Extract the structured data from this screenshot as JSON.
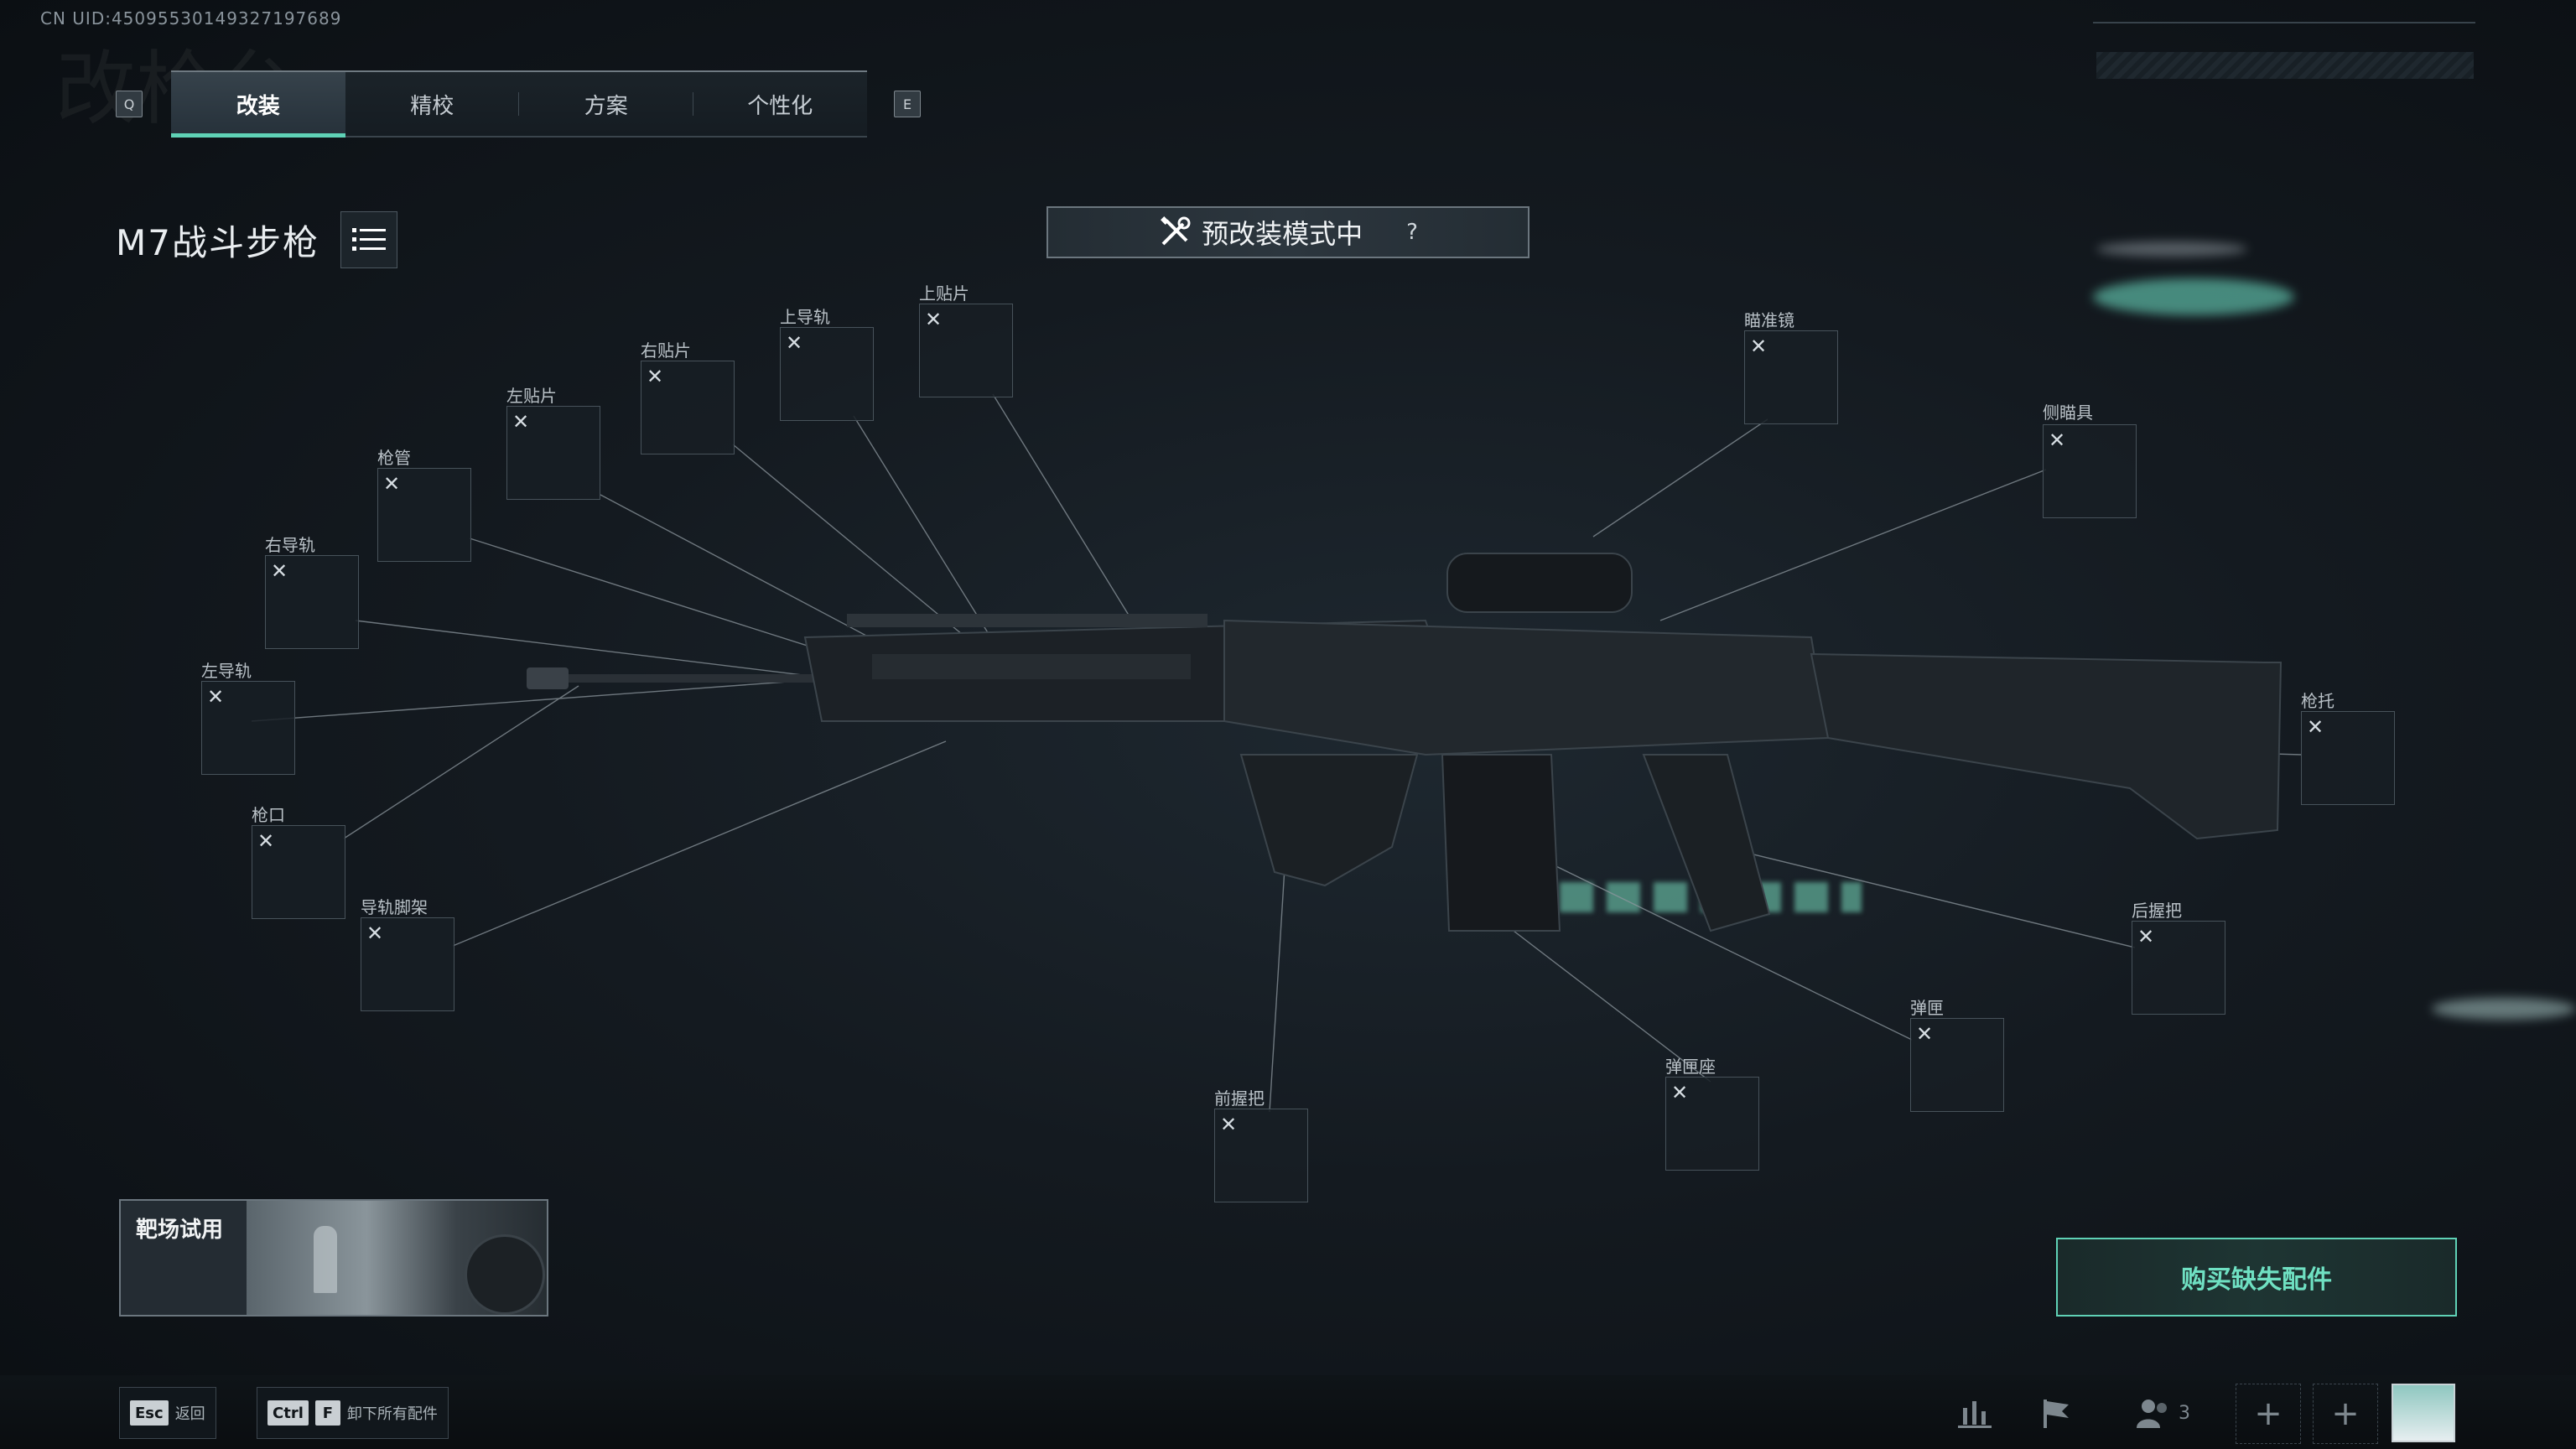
{
  "uid": "CN UID:4509553014932719​7689",
  "watermark": "改枪台",
  "tabs": {
    "left_key": "Q",
    "right_key": "E",
    "items": [
      "改装",
      "精校",
      "方案",
      "个性化"
    ]
  },
  "weapon_name": "M7战斗步枪",
  "mode_banner": {
    "label": "预改装模式中",
    "help": "?"
  },
  "slots": {
    "scope": "瞄准镜",
    "side_sight": "侧瞄具",
    "top_plate": "上贴片",
    "top_rail": "上导轨",
    "right_plate": "右贴片",
    "left_plate": "左贴片",
    "barrel": "枪管",
    "right_rail": "右导轨",
    "left_rail": "左导轨",
    "muzzle": "枪口",
    "bipod": "导轨脚架",
    "stock": "枪托",
    "rear_grip": "后握把",
    "magazine": "弹匣",
    "mag_well": "弹匣座",
    "foregrip": "前握把"
  },
  "range_trial": "靶场试用",
  "buy_button": "购买缺失配件",
  "footer": {
    "esc_key": "Esc",
    "esc_label": "返回",
    "ctrl_key": "Ctrl",
    "f_key": "F",
    "remove_label": "卸下所有配件",
    "squad_count": "3"
  },
  "colors": {
    "accent": "#5fd2b6",
    "background": "#141a20"
  }
}
